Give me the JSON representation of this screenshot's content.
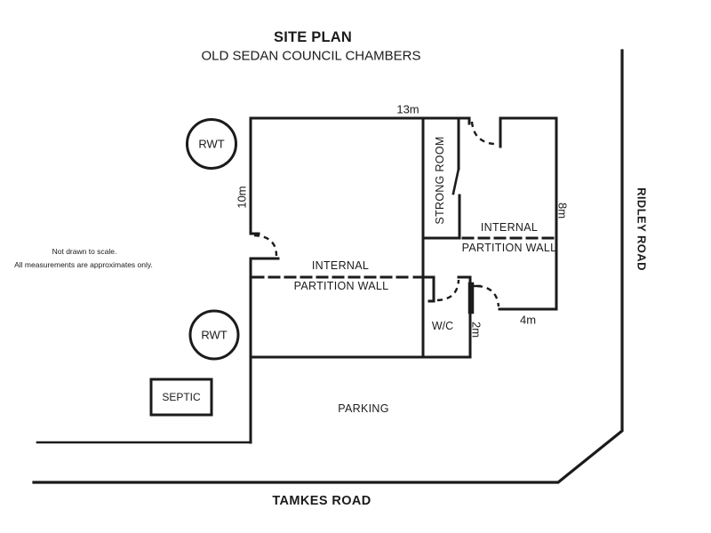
{
  "colors": {
    "ink": "#1b1b1b",
    "background": "#ffffff"
  },
  "header": {
    "title": "SITE PLAN",
    "subtitle": "OLD SEDAN COUNCIL CHAMBERS"
  },
  "notes": {
    "line1": "Not drawn to scale.",
    "line2": "All measurements are approximates only."
  },
  "roads": {
    "right_vertical": "RIDLEY ROAD",
    "bottom_horizontal": "TAMKES ROAD"
  },
  "rooms": {
    "strong_room": "STRONG ROOM",
    "toilet": "W/C"
  },
  "areas": {
    "parking": "PARKING"
  },
  "equipment": {
    "rainwater_tank": "RWT",
    "septic": "SEPTIC"
  },
  "partition_label": {
    "line1": "INTERNAL",
    "line2": "PARTITION WALL"
  },
  "measurements": {
    "top_wall": "13m",
    "left_wall": "10m",
    "right_wall": "8m",
    "right_room_bottom": "4m",
    "wc_wall": "2m"
  }
}
